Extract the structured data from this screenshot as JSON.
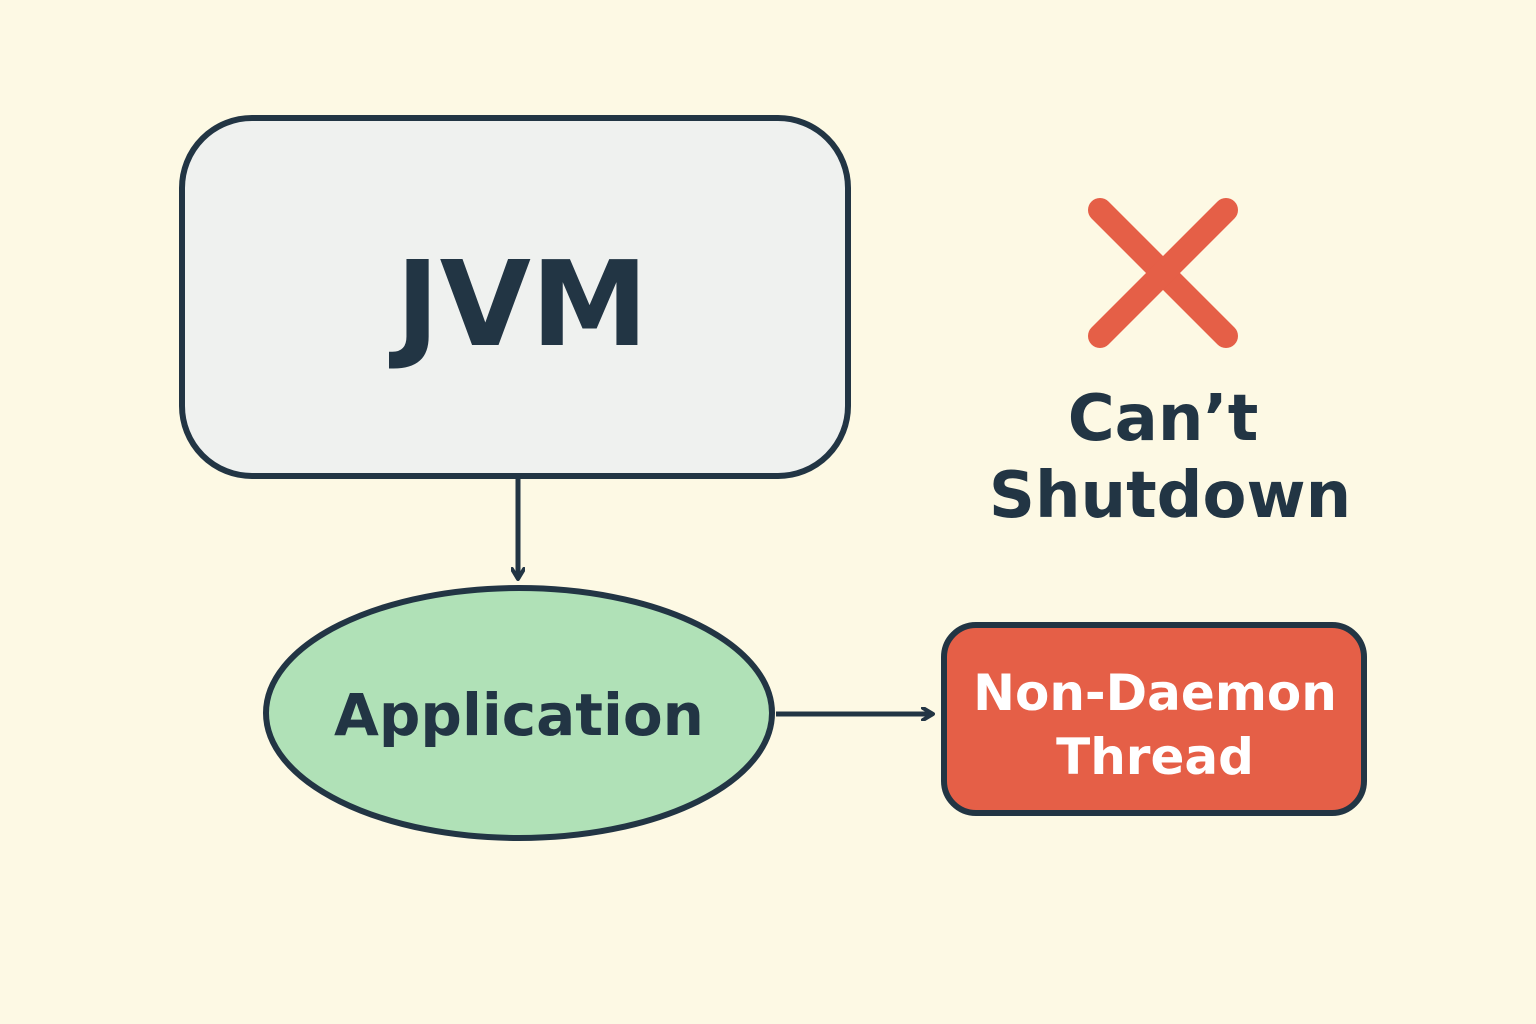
{
  "diagram": {
    "nodes": {
      "jvm": {
        "label": "JVM"
      },
      "application": {
        "label": "Application"
      },
      "non_daemon_thread": {
        "label_line1": "Non-Daemon",
        "label_line2": "Thread"
      }
    },
    "status": {
      "icon": "cross-icon",
      "line1": "Can’t",
      "line2": "Shutdown"
    },
    "edges": [
      {
        "from": "JVM",
        "to": "Application"
      },
      {
        "from": "Application",
        "to": "Non-Daemon Thread"
      }
    ],
    "colors": {
      "background": "#fdf9e4",
      "stroke": "#223544",
      "jvm_fill": "#eff1ef",
      "application_fill": "#b0e1b7",
      "thread_fill": "#e55f47",
      "thread_text": "#ffffff",
      "cross": "#e55f47"
    }
  }
}
